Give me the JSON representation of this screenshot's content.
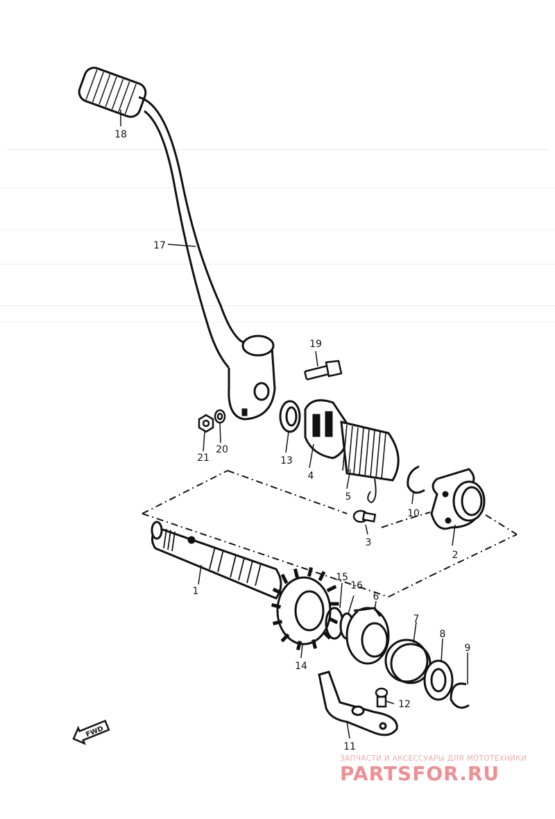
{
  "callouts": [
    {
      "id": "1",
      "label": "1"
    },
    {
      "id": "2",
      "label": "2"
    },
    {
      "id": "3",
      "label": "3"
    },
    {
      "id": "4",
      "label": "4"
    },
    {
      "id": "5",
      "label": "5"
    },
    {
      "id": "6",
      "label": "6"
    },
    {
      "id": "7",
      "label": "7"
    },
    {
      "id": "8",
      "label": "8"
    },
    {
      "id": "9",
      "label": "9"
    },
    {
      "id": "10",
      "label": "10"
    },
    {
      "id": "11",
      "label": "11"
    },
    {
      "id": "12",
      "label": "12"
    },
    {
      "id": "13",
      "label": "13"
    },
    {
      "id": "14",
      "label": "14"
    },
    {
      "id": "15",
      "label": "15"
    },
    {
      "id": "16",
      "label": "16"
    },
    {
      "id": "17",
      "label": "17"
    },
    {
      "id": "18",
      "label": "18"
    },
    {
      "id": "19",
      "label": "19"
    },
    {
      "id": "20",
      "label": "20"
    },
    {
      "id": "21",
      "label": "21"
    }
  ],
  "forward_marker": "FWD",
  "watermark": {
    "tagline": "ЗАПЧАСТИ И АКСЕССУАРЫ ДЛЯ МОТОТЕХНИКИ",
    "brand": "PARTSFOR.RU"
  }
}
